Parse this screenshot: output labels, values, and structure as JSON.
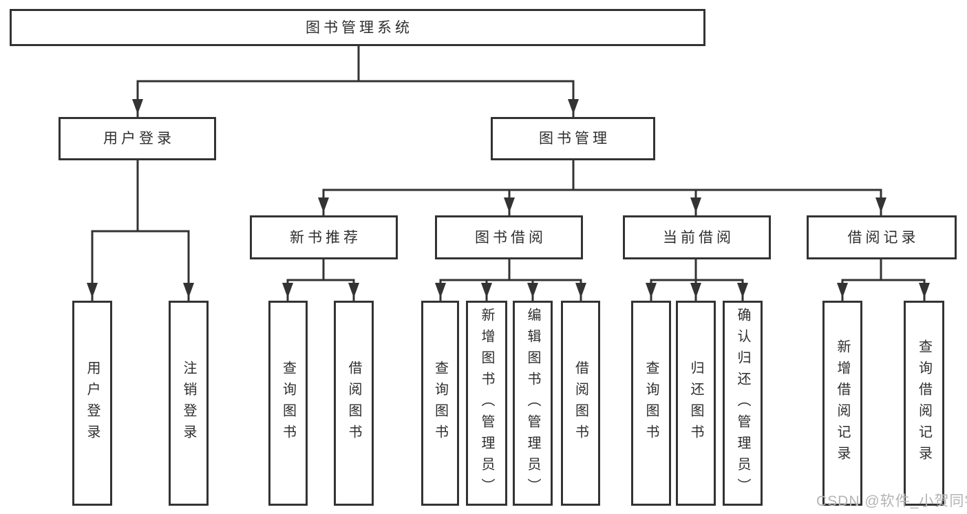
{
  "diagram": {
    "root": {
      "label": "图书管理系统"
    },
    "branches": [
      {
        "label": "用户登录",
        "leaves": [
          {
            "label": "用户登录"
          },
          {
            "label": "注销登录"
          }
        ]
      },
      {
        "label": "图书管理",
        "groups": [
          {
            "label": "新书推荐",
            "leaves": [
              {
                "label": "查询图书"
              },
              {
                "label": "借阅图书"
              }
            ]
          },
          {
            "label": "图书借阅",
            "leaves": [
              {
                "label": "查询图书"
              },
              {
                "label": "新增图书（管理员）"
              },
              {
                "label": "编辑图书（管理员）"
              },
              {
                "label": "借阅图书"
              }
            ]
          },
          {
            "label": "当前借阅",
            "leaves": [
              {
                "label": "查询图书"
              },
              {
                "label": "归还图书"
              },
              {
                "label": "确认归还（管理员）"
              }
            ]
          },
          {
            "label": "借阅记录",
            "leaves": [
              {
                "label": "新增借阅记录"
              },
              {
                "label": "查询借阅记录"
              }
            ]
          }
        ]
      }
    ],
    "watermark": "CSDN @软件_小贺同学",
    "colors": {
      "line": "#333333",
      "text": "#2e2e2e",
      "watermark": "#b4b4b4",
      "background": "#ffffff"
    }
  }
}
